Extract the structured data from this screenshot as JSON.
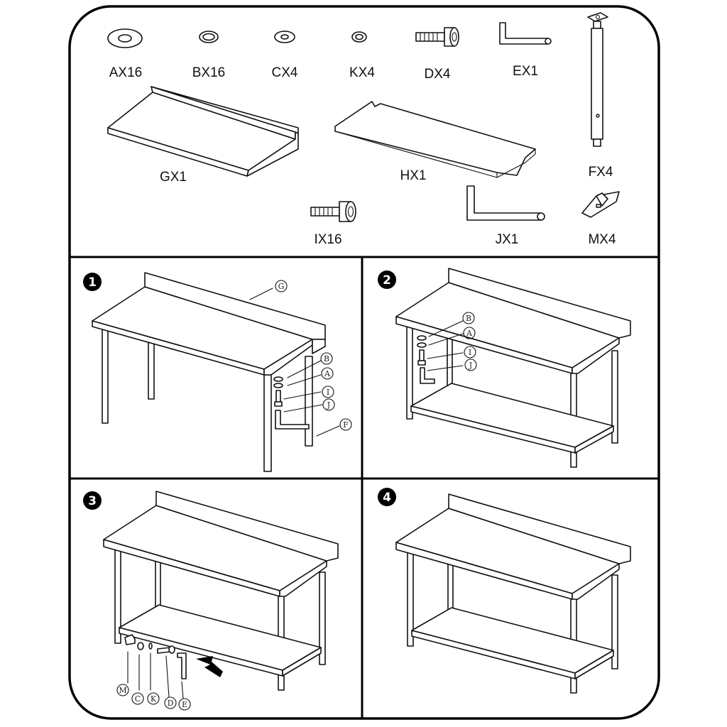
{
  "parts": [
    {
      "label": "AX16",
      "icon": "large-washer-icon"
    },
    {
      "label": "BX16",
      "icon": "washer-icon"
    },
    {
      "label": "CX4",
      "icon": "washer-icon"
    },
    {
      "label": "KX4",
      "icon": "small-washer-icon"
    },
    {
      "label": "DX4",
      "icon": "cap-screw-icon"
    },
    {
      "label": "EX1",
      "icon": "allen-key-icon"
    },
    {
      "label": "FX4",
      "icon": "leg-post-icon"
    },
    {
      "label": "GX1",
      "icon": "table-top-with-backsplash-icon"
    },
    {
      "label": "HX1",
      "icon": "undershelf-panel-icon"
    },
    {
      "label": "IX16",
      "icon": "cap-screw-icon"
    },
    {
      "label": "JX1",
      "icon": "allen-key-icon"
    },
    {
      "label": "MX4",
      "icon": "corner-bracket-icon"
    }
  ],
  "steps": [
    {
      "number": "1",
      "callouts": [
        "G",
        "B",
        "A",
        "I",
        "J",
        "F"
      ]
    },
    {
      "number": "2",
      "callouts": [
        "B",
        "A",
        "I",
        "J"
      ]
    },
    {
      "number": "3",
      "callouts": [
        "M",
        "C",
        "K",
        "D",
        "E"
      ]
    },
    {
      "number": "4",
      "callouts": []
    }
  ]
}
